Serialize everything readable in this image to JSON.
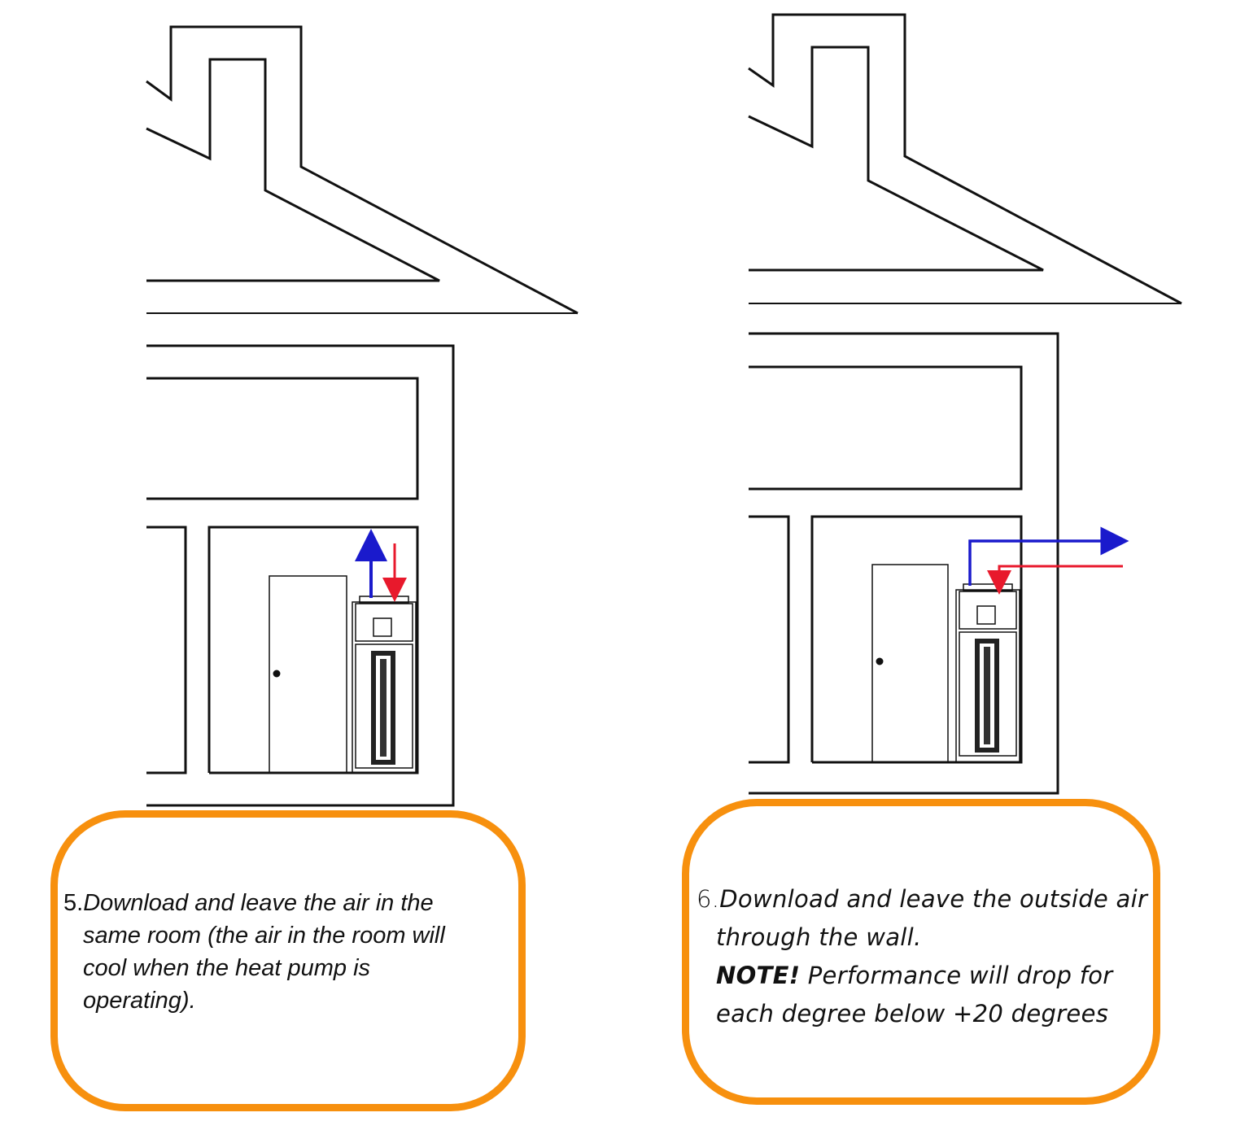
{
  "left": {
    "step_number": "5.",
    "line1": "Download and leave the air in the",
    "line2": "same room (the air in the room will",
    "line3": "cool when the heat pump is",
    "line4": "operating).",
    "arrow_exhaust_color": "#1a1acc",
    "arrow_intake_color": "#e8192c"
  },
  "right": {
    "step_number": "6.",
    "line1": "Download and leave the outside air",
    "line2": "through the wall.",
    "note_label": "NOTE!",
    "note_text1": " Performance will drop for",
    "note_text2": "each degree below +20 degrees",
    "arrow_exhaust_color": "#1a1acc",
    "arrow_intake_color": "#e8192c"
  },
  "callout_color": "#f7900e"
}
